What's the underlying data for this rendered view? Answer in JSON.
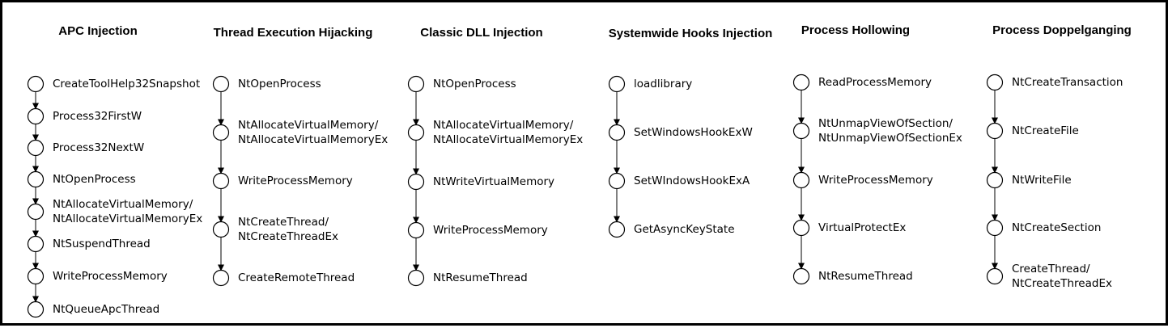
{
  "columns": [
    {
      "title": "APC Injection",
      "steps": [
        [
          "CreateToolHelp32Snapshot"
        ],
        [
          "Process32FirstW"
        ],
        [
          "Process32NextW"
        ],
        [
          "NtOpenProcess"
        ],
        [
          "NtAllocateVirtualMemory/",
          "NtAllocateVirtualMemoryEx"
        ],
        [
          "NtSuspendThread"
        ],
        [
          "WriteProcessMemory"
        ],
        [
          "NtQueueApcThread"
        ]
      ]
    },
    {
      "title": "Thread Execution Hijacking",
      "steps": [
        [
          "NtOpenProcess"
        ],
        [
          "NtAllocateVirtualMemory/",
          "NtAllocateVirtualMemoryEx"
        ],
        [
          "WriteProcessMemory"
        ],
        [
          "NtCreateThread/",
          "NtCreateThreadEx"
        ],
        [
          "CreateRemoteThread"
        ]
      ]
    },
    {
      "title": "Classic DLL Injection",
      "steps": [
        [
          "NtOpenProcess"
        ],
        [
          "NtAllocateVirtualMemory/",
          "NtAllocateVirtualMemoryEx"
        ],
        [
          "NtWriteVirtualMemory"
        ],
        [
          "WriteProcessMemory"
        ],
        [
          "NtResumeThread"
        ]
      ]
    },
    {
      "title": "Systemwide Hooks Injection",
      "steps": [
        [
          "loadlibrary"
        ],
        [
          "SetWindowsHookExW"
        ],
        [
          "SetWIndowsHookExA"
        ],
        [
          "GetAsyncKeyState"
        ]
      ]
    },
    {
      "title": "Process Hollowing",
      "steps": [
        [
          "ReadProcessMemory"
        ],
        [
          "NtUnmapViewOfSection/",
          "NtUnmapViewOfSectionEx"
        ],
        [
          "WriteProcessMemory"
        ],
        [
          "VirtualProtectEx"
        ],
        [
          "NtResumeThread"
        ]
      ]
    },
    {
      "title": "Process Doppelganging",
      "steps": [
        [
          "NtCreateTransaction"
        ],
        [
          "NtCreateFile"
        ],
        [
          "NtWriteFile"
        ],
        [
          "NtCreateSection"
        ],
        [
          "CreateThread/",
          "NtCreateThreadEx"
        ]
      ]
    }
  ]
}
